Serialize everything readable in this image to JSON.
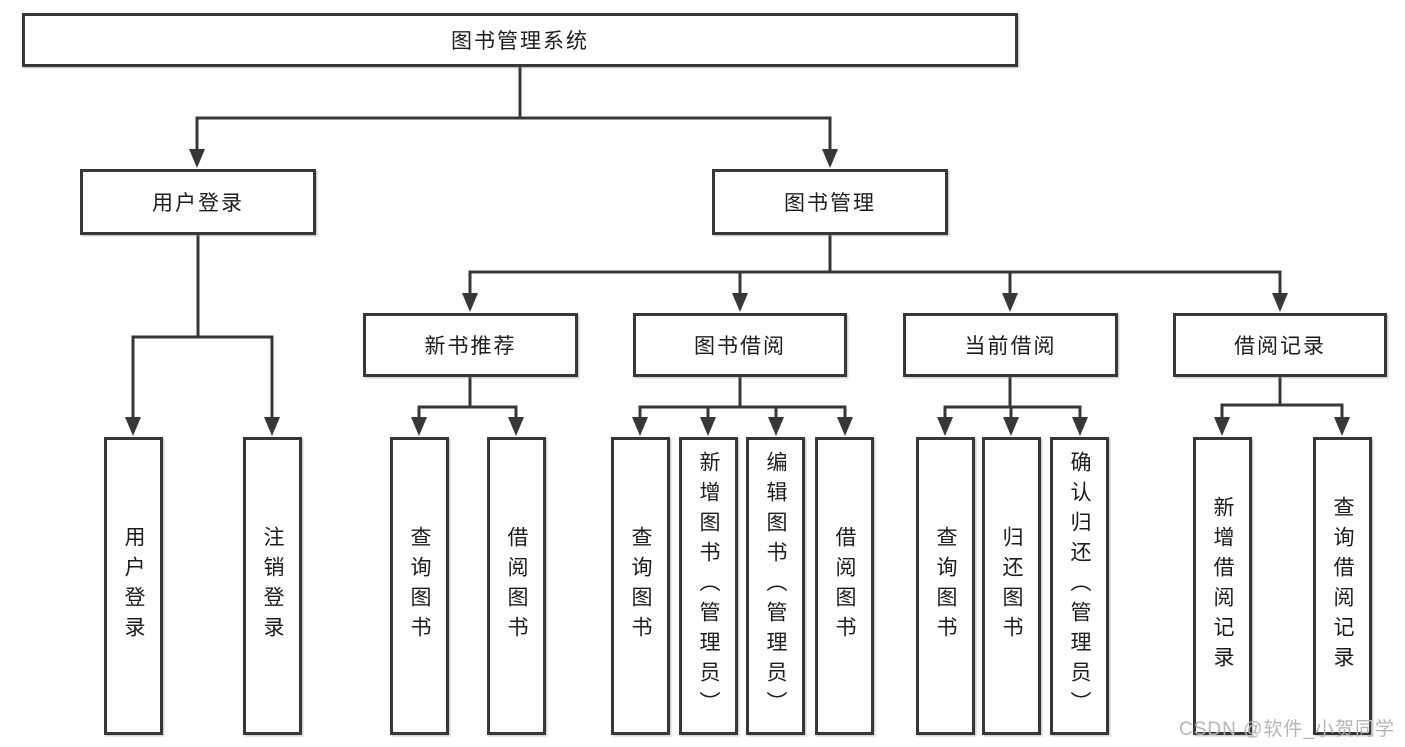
{
  "diagram": {
    "root": {
      "label": "图书管理系统"
    },
    "branches": [
      {
        "label": "用户登录",
        "children": [
          {
            "label": "用户登录"
          },
          {
            "label": "注销登录"
          }
        ]
      },
      {
        "label": "图书管理",
        "children": [
          {
            "label": "新书推荐",
            "children": [
              {
                "label": "查询图书"
              },
              {
                "label": "借阅图书"
              }
            ]
          },
          {
            "label": "图书借阅",
            "children": [
              {
                "label": "查询图书"
              },
              {
                "label": "新增图书（管理员）"
              },
              {
                "label": "编辑图书（管理员）"
              },
              {
                "label": "借阅图书"
              }
            ]
          },
          {
            "label": "当前借阅",
            "children": [
              {
                "label": "查询图书"
              },
              {
                "label": "归还图书"
              },
              {
                "label": "确认归还（管理员）"
              }
            ]
          },
          {
            "label": "借阅记录",
            "children": [
              {
                "label": "新增借阅记录"
              },
              {
                "label": "查询借阅记录"
              }
            ]
          }
        ]
      }
    ],
    "watermark": "CSDN @软件_小贺同学",
    "colors": {
      "line": "#373737",
      "box_border": "#373737",
      "box_background": "#ffffff",
      "text": "#1c1c1c",
      "watermark": "#b5b5b5"
    }
  }
}
